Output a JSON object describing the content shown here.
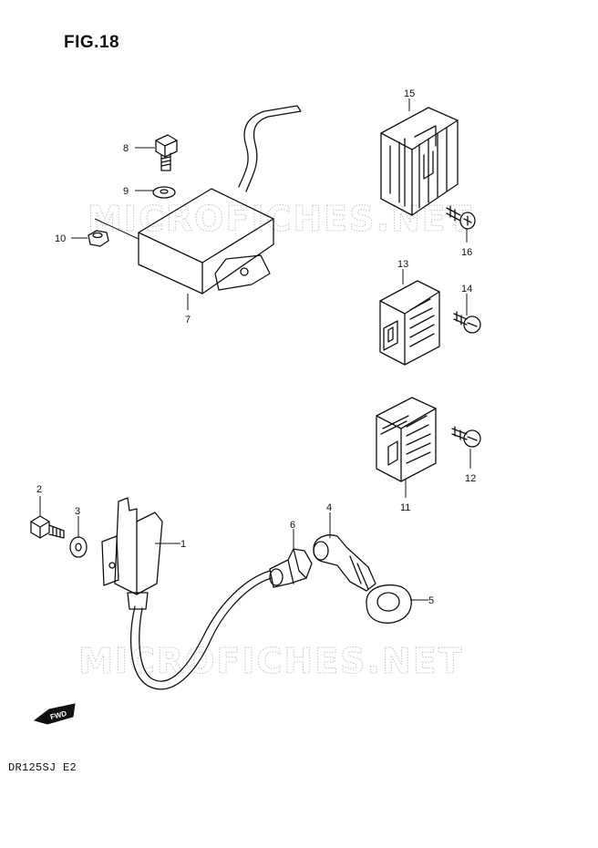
{
  "figure": {
    "title": "FIG.18",
    "model": "DR125SJ E2"
  },
  "watermark": {
    "text": "MICROFICHES.NET"
  },
  "fwd_arrow": {
    "label": "FWD"
  },
  "callouts": [
    "1",
    "2",
    "3",
    "4",
    "5",
    "6",
    "7",
    "8",
    "9",
    "10",
    "11",
    "12",
    "13",
    "14",
    "15",
    "16"
  ]
}
